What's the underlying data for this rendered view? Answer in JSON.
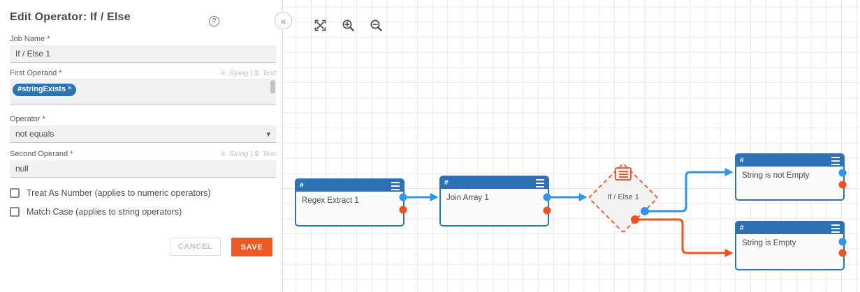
{
  "panel": {
    "title": "Edit Operator: If / Else",
    "help_icon": "?",
    "collapse_icon": "«",
    "fields": {
      "job_name": {
        "label": "Job Name *",
        "value": "If / Else 1"
      },
      "first_operand": {
        "label": "First Operand *",
        "hint": "#: String  |  $: Text",
        "chip": "#stringExists",
        "chip_remove": "×"
      },
      "operator": {
        "label": "Operator *",
        "value": "not equals",
        "caret": "▾"
      },
      "second_operand": {
        "label": "Second Operand *",
        "hint": "#: String  |  $: Text",
        "value": "null"
      }
    },
    "checkboxes": [
      {
        "label": "Treat As Number (applies to numeric operators)",
        "checked": false
      },
      {
        "label": "Match Case (applies to string operators)",
        "checked": false
      }
    ],
    "buttons": {
      "cancel": "CANCEL",
      "save": "SAVE"
    }
  },
  "canvas": {
    "toolbar": [
      "fit-view-icon",
      "zoom-in-icon",
      "zoom-out-icon"
    ],
    "nodes": [
      {
        "type": "box",
        "badge": "#",
        "label": "Regex Extract 1"
      },
      {
        "type": "box",
        "badge": "#",
        "label": "Join Array 1"
      },
      {
        "type": "diamond",
        "label": "If / Else 1"
      },
      {
        "type": "box",
        "badge": "#",
        "label": "String is not Empty"
      },
      {
        "type": "box",
        "badge": "#",
        "label": "String is Empty"
      }
    ],
    "colors": {
      "node_header": "#2d72b4",
      "connector_blue": "#2e96ee",
      "connector_orange": "#f4511e",
      "diamond_accent": "#f0592c",
      "save_button": "#ee5a24",
      "chip": "#2e74b5",
      "grid_line": "#e9e9e9"
    }
  }
}
